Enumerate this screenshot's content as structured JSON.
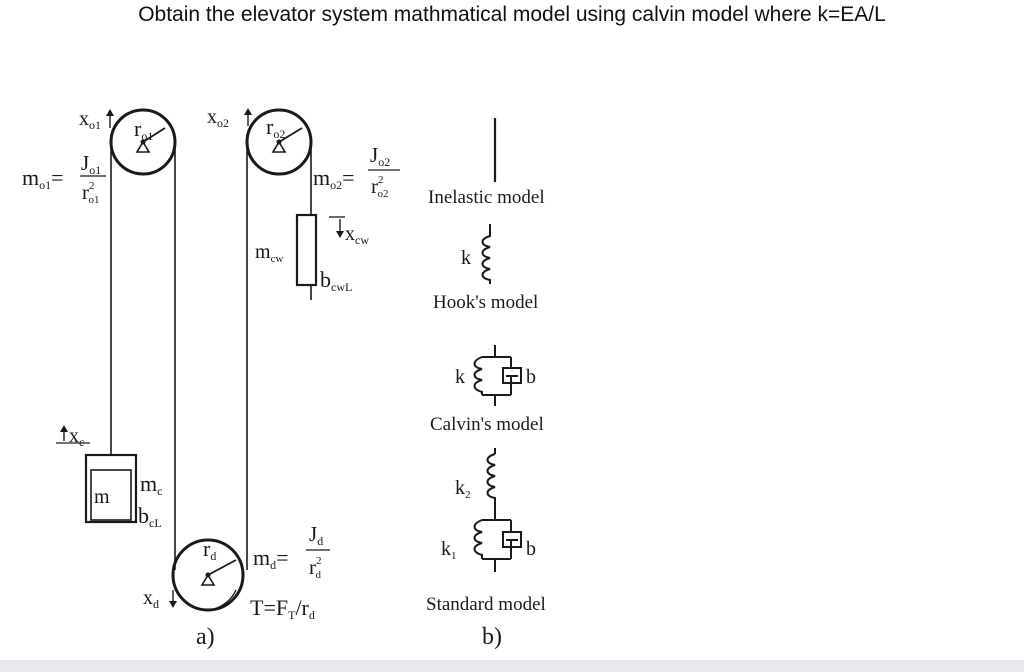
{
  "title": "Obtain the elevator system mathmatical model using calvin model where k=EA/L",
  "diagram_a": {
    "caption": "a)",
    "labels": {
      "xo1_base": "x",
      "xo1_sub": "o1",
      "ro1_base": "r",
      "ro1_sub": "o1",
      "xo2_base": "x",
      "xo2_sub": "o2",
      "ro2_base": "r",
      "ro2_sub": "o2",
      "mo1_base": "m",
      "mo1_sub": "o1",
      "mo1_eq": "=",
      "jo1_base": "J",
      "jo1_sub": "o1",
      "ro1sq_base": "r",
      "ro1sq_sup": "2",
      "ro1sq_sub": "o1",
      "mo2_base": "m",
      "mo2_sub": "o2",
      "mo2_eq": "=",
      "jo2_base": "J",
      "jo2_sub": "o2",
      "ro2sq_base": "r",
      "ro2sq_sup": "2",
      "ro2sq_sub": "o2",
      "xcw_base": "x",
      "xcw_sub": "cw",
      "mcw_base": "m",
      "mcw_sub": "cw",
      "bcwl_base": "b",
      "bcwl_sub": "cwL",
      "xc_base": "x",
      "xc_sub": "c",
      "car_m": "m",
      "mc_base": "m",
      "mc_sub": "c",
      "bcl_base": "b",
      "bcl_sub": "cL",
      "rd_base": "r",
      "rd_sub": "d",
      "md_base": "m",
      "md_sub": "d",
      "md_eq": "=",
      "jd_base": "J",
      "jd_sub": "d",
      "rdsq_base": "r",
      "rdsq_sup": "2",
      "rdsq_sub": "d",
      "xd_base": "x",
      "xd_sub": "d",
      "torque_prefix": "T=F",
      "torque_sub1": "T",
      "torque_mid": "/r",
      "torque_sub2": "d"
    }
  },
  "diagram_b": {
    "caption": "b)",
    "models": [
      {
        "name": "Inelastic model"
      },
      {
        "name": "Hook's model",
        "k": "k"
      },
      {
        "name": "Calvin's model",
        "k": "k",
        "b": "b"
      },
      {
        "name": "Standard model",
        "k2_base": "k",
        "k2_sub": "2",
        "k1_base": "k",
        "k1_sub": "1",
        "b": "b"
      }
    ]
  }
}
